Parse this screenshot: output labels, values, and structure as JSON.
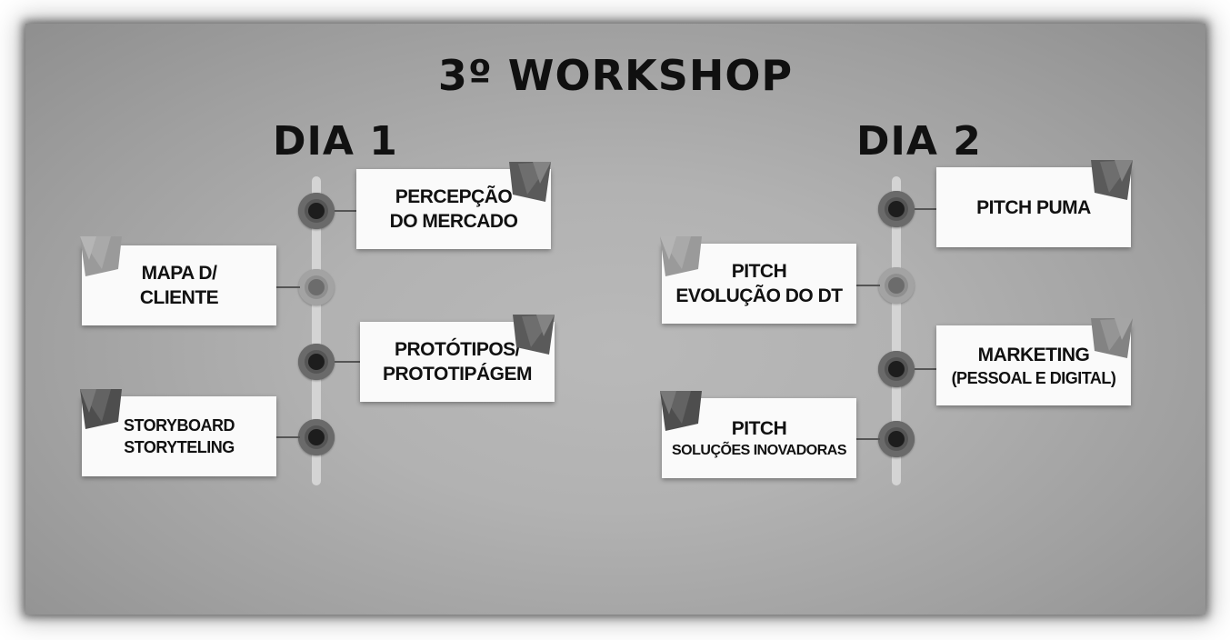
{
  "title": "3º WORKSHOP",
  "days": [
    {
      "title": "DIA 1",
      "items": [
        {
          "line1": "PERCEPÇÃO",
          "line2": "DO MERCADO"
        },
        {
          "line1": "MAPA D/",
          "line2": "CLIENTE"
        },
        {
          "line1": "PROTÓTIPOS/",
          "line2": "PROTOTIPÁGEM"
        },
        {
          "line1": "STORYBOARD",
          "line2": "STORYTELING"
        }
      ]
    },
    {
      "title": "DIA 2",
      "items": [
        {
          "line1": "PITCH PUMA",
          "line2": ""
        },
        {
          "line1": "PITCH",
          "line2": "EVOLUÇÃO DO DT"
        },
        {
          "line1": "MARKETING",
          "line2": "(PESSOAL E DIGITAL)"
        },
        {
          "line1": "PITCH",
          "line2": "SOLUÇÕES INOVADORAS"
        }
      ]
    }
  ]
}
